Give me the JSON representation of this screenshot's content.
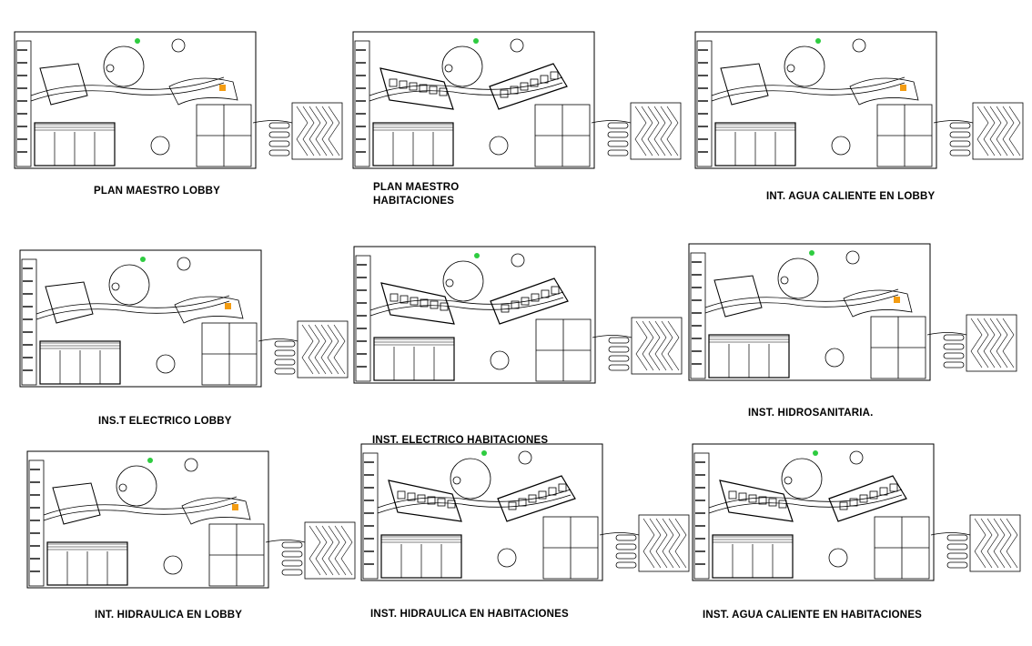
{
  "drawing": {
    "line_color": "#000000",
    "accent_orange": "#f39c12",
    "accent_green": "#2ecc40",
    "sheets": [
      {
        "caption": "PLAN MAESTRO LOBBY",
        "variant": "lobby"
      },
      {
        "caption": "PLAN MAESTRO\nHABITACIONES",
        "variant": "rooms"
      },
      {
        "caption": "INT. AGUA CALIENTE EN  LOBBY",
        "variant": "lobby"
      },
      {
        "caption": "INS.T ELECTRICO LOBBY",
        "variant": "lobby"
      },
      {
        "caption": "INST. ELECTRICO HABITACIONES",
        "variant": "rooms"
      },
      {
        "caption": "INST. HIDROSANITARIA.",
        "variant": "lobby"
      },
      {
        "caption": "INT. HIDRAULICA EN  LOBBY",
        "variant": "lobby"
      },
      {
        "caption": "INST. HIDRAULICA EN HABITACIONES",
        "variant": "rooms"
      },
      {
        "caption": "INST. AGUA CALIENTE EN HABITACIONES",
        "variant": "rooms"
      }
    ]
  }
}
